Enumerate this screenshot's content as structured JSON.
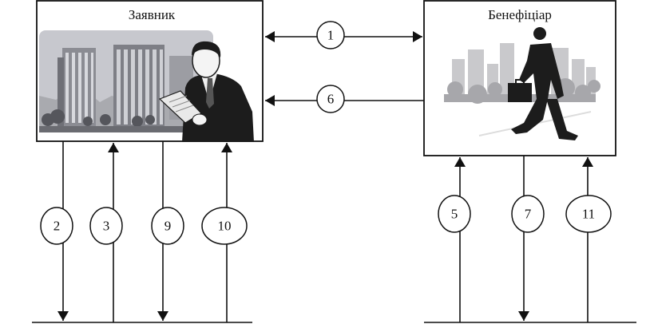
{
  "applicant": {
    "title": "Заявник"
  },
  "beneficiary": {
    "title": "Бенефіціар"
  },
  "flows": {
    "f1": "1",
    "f2": "2",
    "f3": "3",
    "f5": "5",
    "f6": "6",
    "f7": "7",
    "f9": "9",
    "f10": "10",
    "f11": "11"
  },
  "colors": {
    "line": "#111111",
    "sky": "#bfc0c6",
    "building": "#8e8f96",
    "suit": "#1c1c1c"
  },
  "icons": {
    "applicant_picture": "businessman-reading-icon",
    "beneficiary_picture": "walking-businessman-icon"
  }
}
